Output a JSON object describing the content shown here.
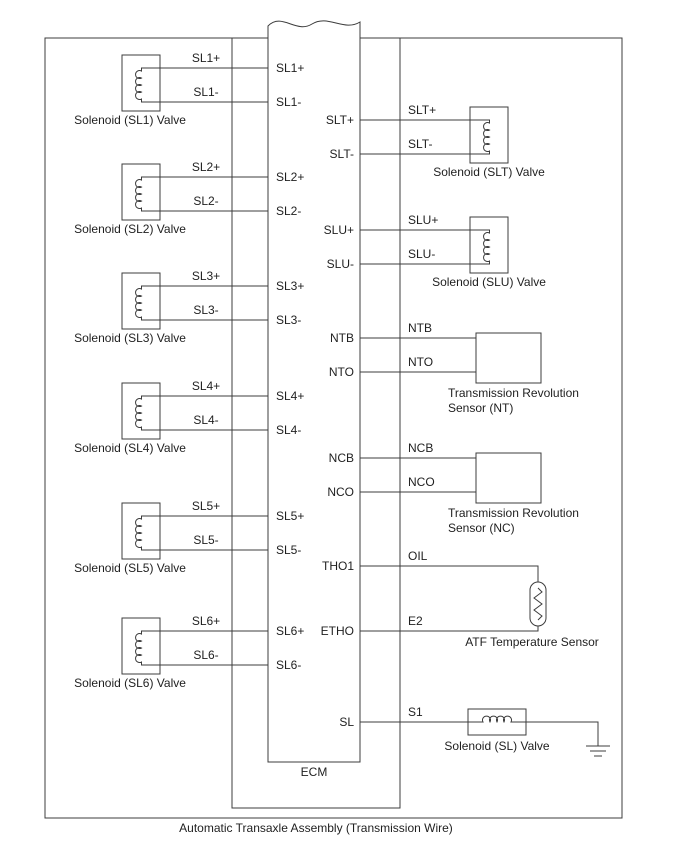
{
  "ecm": {
    "label": "ECM"
  },
  "assembly": {
    "label": "Automatic Transaxle Assembly (Transmission Wire)"
  },
  "left_valves": [
    {
      "name": "Solenoid (SL1) Valve",
      "wire_plus": "SL1+",
      "wire_minus": "SL1-",
      "pin_plus": "SL1+",
      "pin_minus": "SL1-"
    },
    {
      "name": "Solenoid (SL2) Valve",
      "wire_plus": "SL2+",
      "wire_minus": "SL2-",
      "pin_plus": "SL2+",
      "pin_minus": "SL2-"
    },
    {
      "name": "Solenoid (SL3) Valve",
      "wire_plus": "SL3+",
      "wire_minus": "SL3-",
      "pin_plus": "SL3+",
      "pin_minus": "SL3-"
    },
    {
      "name": "Solenoid (SL4) Valve",
      "wire_plus": "SL4+",
      "wire_minus": "SL4-",
      "pin_plus": "SL4+",
      "pin_minus": "SL4-"
    },
    {
      "name": "Solenoid (SL5) Valve",
      "wire_plus": "SL5+",
      "wire_minus": "SL5-",
      "pin_plus": "SL5+",
      "pin_minus": "SL5-"
    },
    {
      "name": "Solenoid (SL6) Valve",
      "wire_plus": "SL6+",
      "wire_minus": "SL6-",
      "pin_plus": "SL6+",
      "pin_minus": "SL6-"
    }
  ],
  "slt": {
    "name": "Solenoid (SLT) Valve",
    "wire_plus": "SLT+",
    "wire_minus": "SLT-",
    "pin_plus": "SLT+",
    "pin_minus": "SLT-"
  },
  "slu": {
    "name": "Solenoid (SLU) Valve",
    "wire_plus": "SLU+",
    "wire_minus": "SLU-",
    "pin_plus": "SLU+",
    "pin_minus": "SLU-"
  },
  "nt": {
    "name_line1": "Transmission Revolution",
    "name_line2": "Sensor (NT)",
    "wire_top": "NTB",
    "wire_bottom": "NTO",
    "pin_top": "NTB",
    "pin_bottom": "NTO"
  },
  "nc": {
    "name_line1": "Transmission Revolution",
    "name_line2": "Sensor (NC)",
    "wire_top": "NCB",
    "wire_bottom": "NCO",
    "pin_top": "NCB",
    "pin_bottom": "NCO"
  },
  "atf": {
    "name": "ATF Temperature Sensor",
    "wire_top": "OIL",
    "wire_bottom": "E2",
    "pin_top": "THO1",
    "pin_bottom": "ETHO"
  },
  "sl": {
    "name": "Solenoid (SL) Valve",
    "wire": "S1",
    "pin": "SL"
  }
}
